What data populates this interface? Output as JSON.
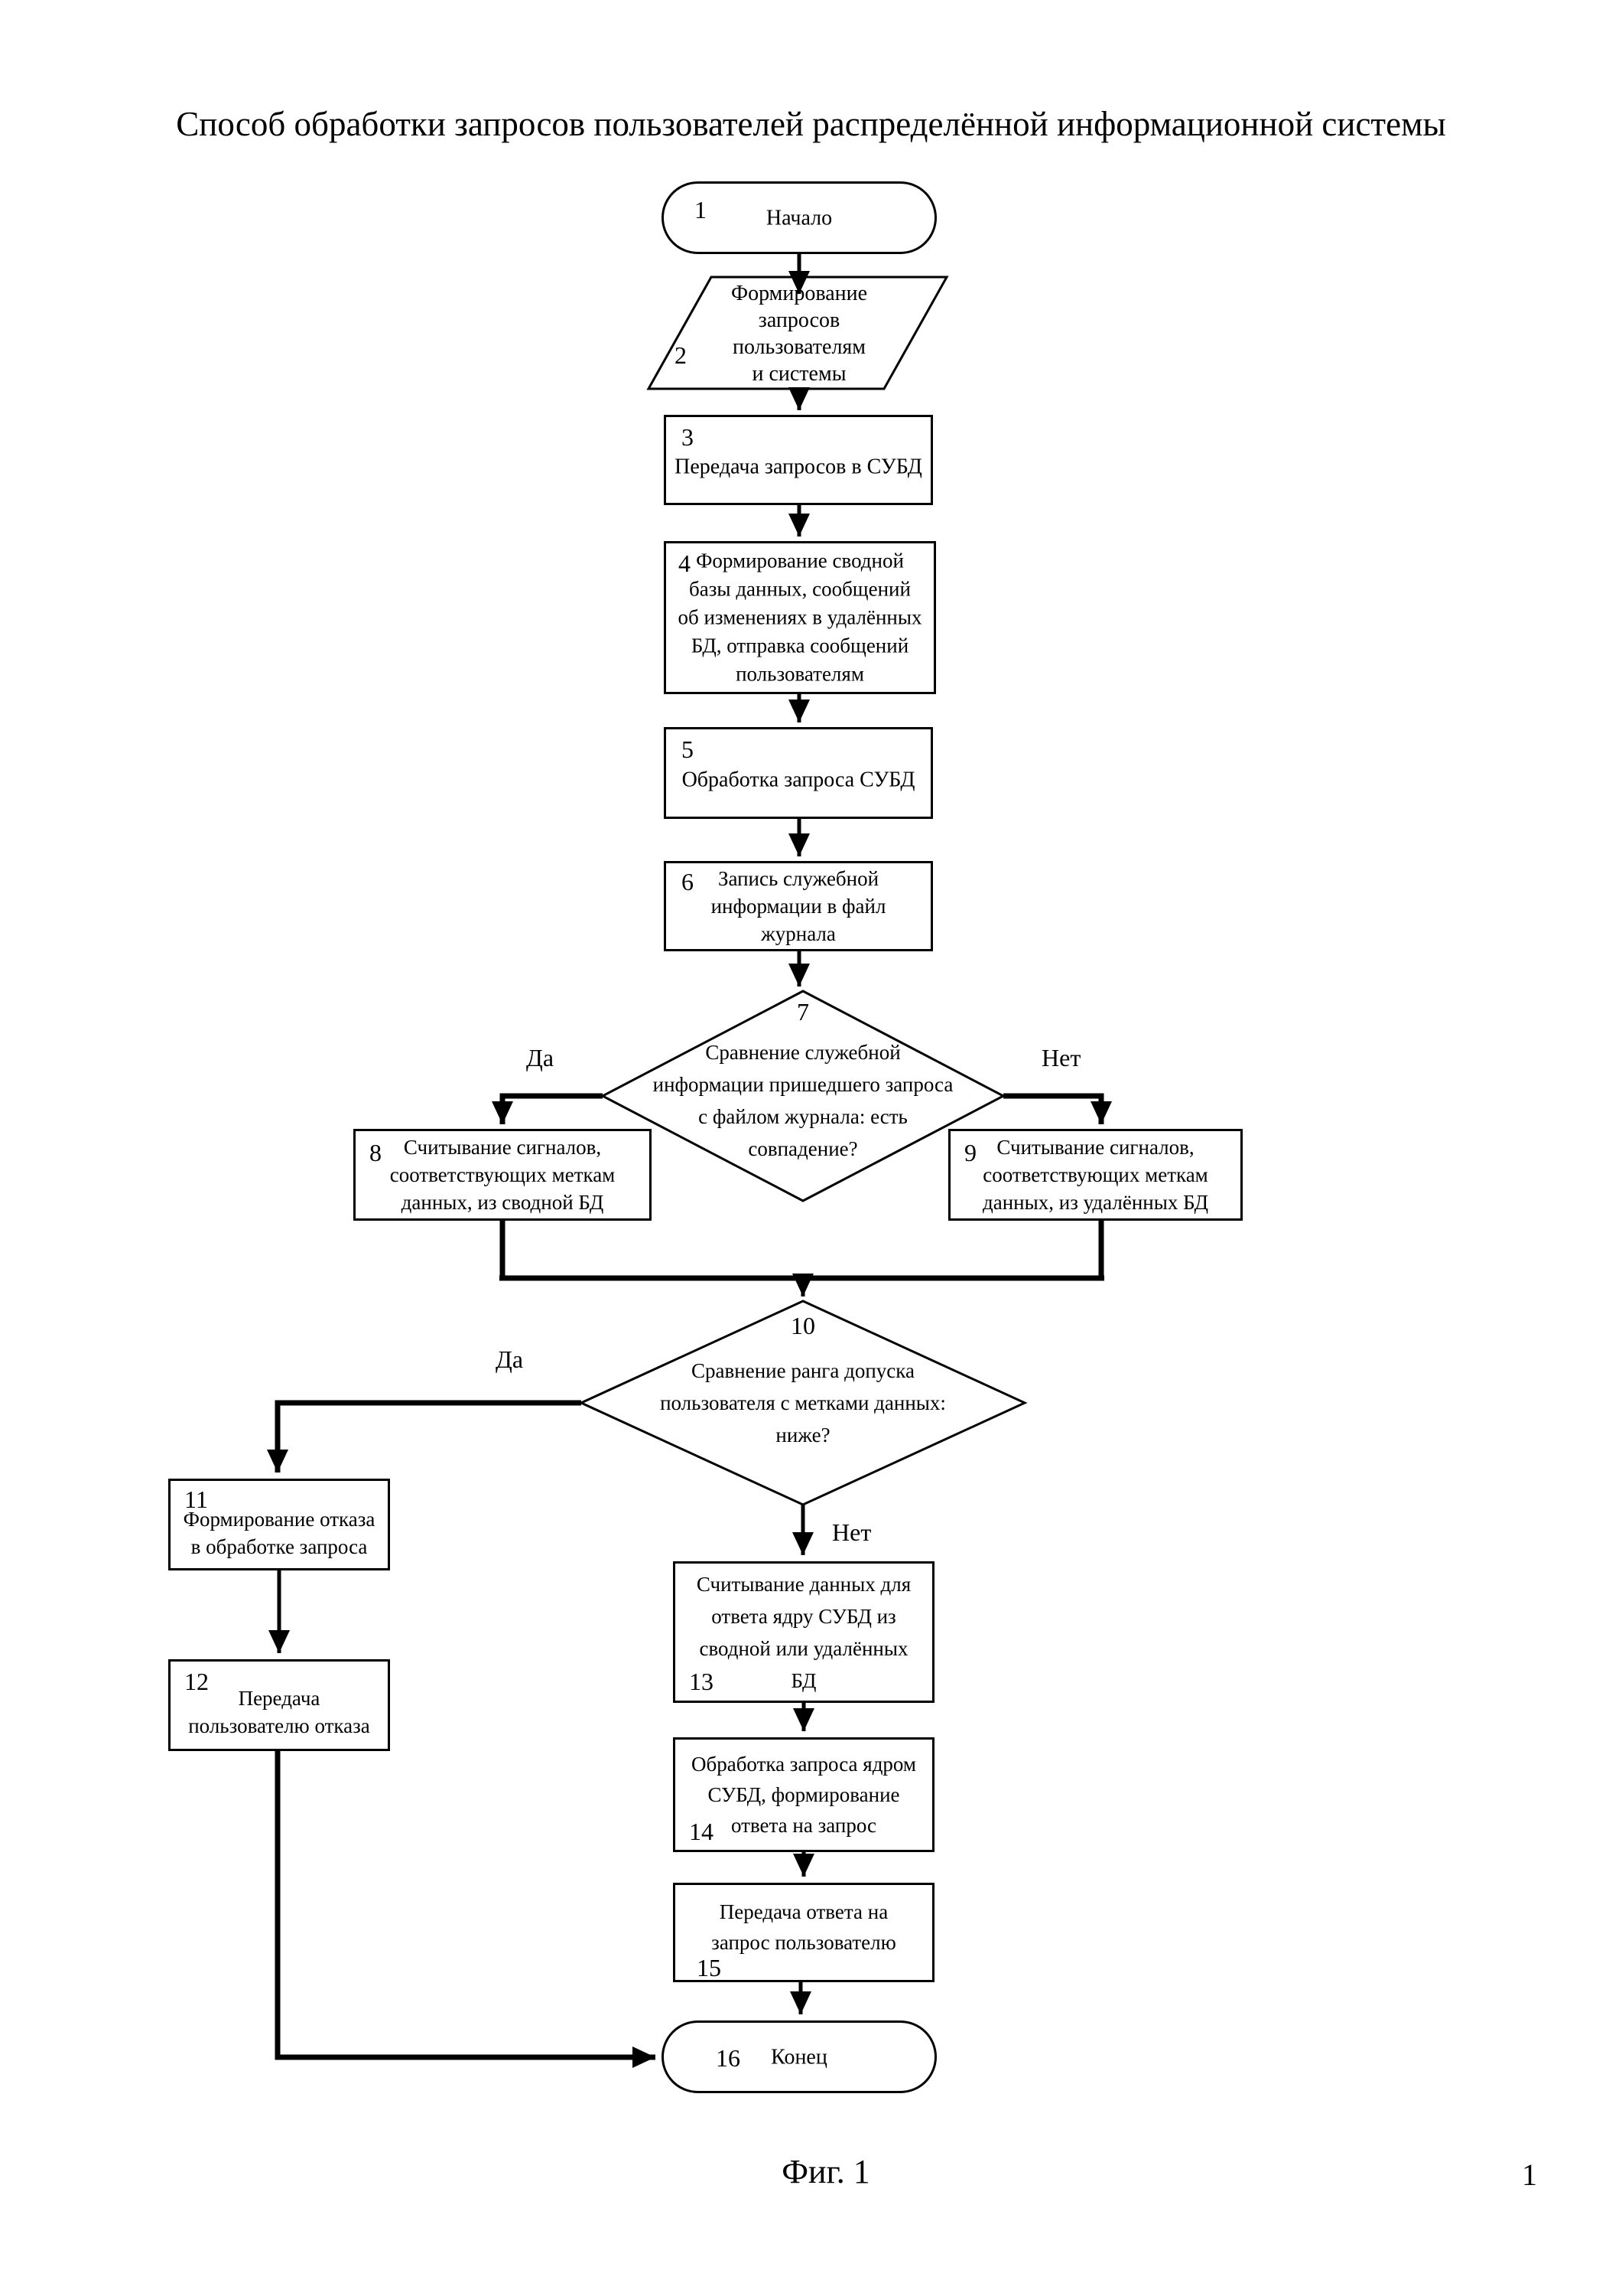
{
  "page": {
    "title": "Способ обработки запросов пользователей распределённой информационной системы",
    "figure_caption": "Фиг. 1",
    "page_number": "1"
  },
  "colors": {
    "line": "#000000",
    "background": "#ffffff",
    "text": "#000000"
  },
  "edge_labels": {
    "d7_yes": "Да",
    "d7_no": "Нет",
    "d10_yes": "Да",
    "d10_no": "Нет"
  },
  "nodes": [
    {
      "id": 1,
      "type": "terminator",
      "number": "1",
      "label": "Начало"
    },
    {
      "id": 2,
      "type": "input-output",
      "number": "2",
      "label": "Формирование\nзапросов\nпользователям\nи системы"
    },
    {
      "id": 3,
      "type": "process",
      "number": "3",
      "label": "Передача запросов в СУБД"
    },
    {
      "id": 4,
      "type": "process",
      "number": "4",
      "label": "Формирование сводной\nбазы данных, сообщений\nоб изменениях в удалённых\nБД, отправка сообщений\nпользователям"
    },
    {
      "id": 5,
      "type": "process",
      "number": "5",
      "label": "Обработка запроса СУБД"
    },
    {
      "id": 6,
      "type": "process",
      "number": "6",
      "label": "Запись служебной\nинформации в файл\nжурнала"
    },
    {
      "id": 7,
      "type": "decision",
      "number": "7",
      "label": "Сравнение служебной\nинформации пришедшего запроса\nс файлом журнала: есть\nсовпадение?"
    },
    {
      "id": 8,
      "type": "process",
      "number": "8",
      "label": "Считывание сигналов,\nсоответствующих меткам\nданных, из сводной БД"
    },
    {
      "id": 9,
      "type": "process",
      "number": "9",
      "label": "Считывание сигналов,\nсоответствующих меткам\nданных, из удалённых БД"
    },
    {
      "id": 10,
      "type": "decision",
      "number": "10",
      "label": "Сравнение ранга допуска\nпользователя с метками данных:\nниже?"
    },
    {
      "id": 11,
      "type": "process",
      "number": "11",
      "label": "Формирование отказа\nв обработке запроса"
    },
    {
      "id": 12,
      "type": "process",
      "number": "12",
      "label": "Передача\nпользователю отказа"
    },
    {
      "id": 13,
      "type": "process",
      "number": "13",
      "label": "Считывание данных для\nответа ядру СУБД из\nсводной или удалённых\nБД"
    },
    {
      "id": 14,
      "type": "process",
      "number": "14",
      "label": "Обработка запроса ядром\nСУБД, формирование\nответа на запрос"
    },
    {
      "id": 15,
      "type": "process",
      "number": "15",
      "label": "Передача ответа на\nзапрос пользователю"
    },
    {
      "id": 16,
      "type": "terminator",
      "number": "16",
      "label": "Конец"
    }
  ]
}
